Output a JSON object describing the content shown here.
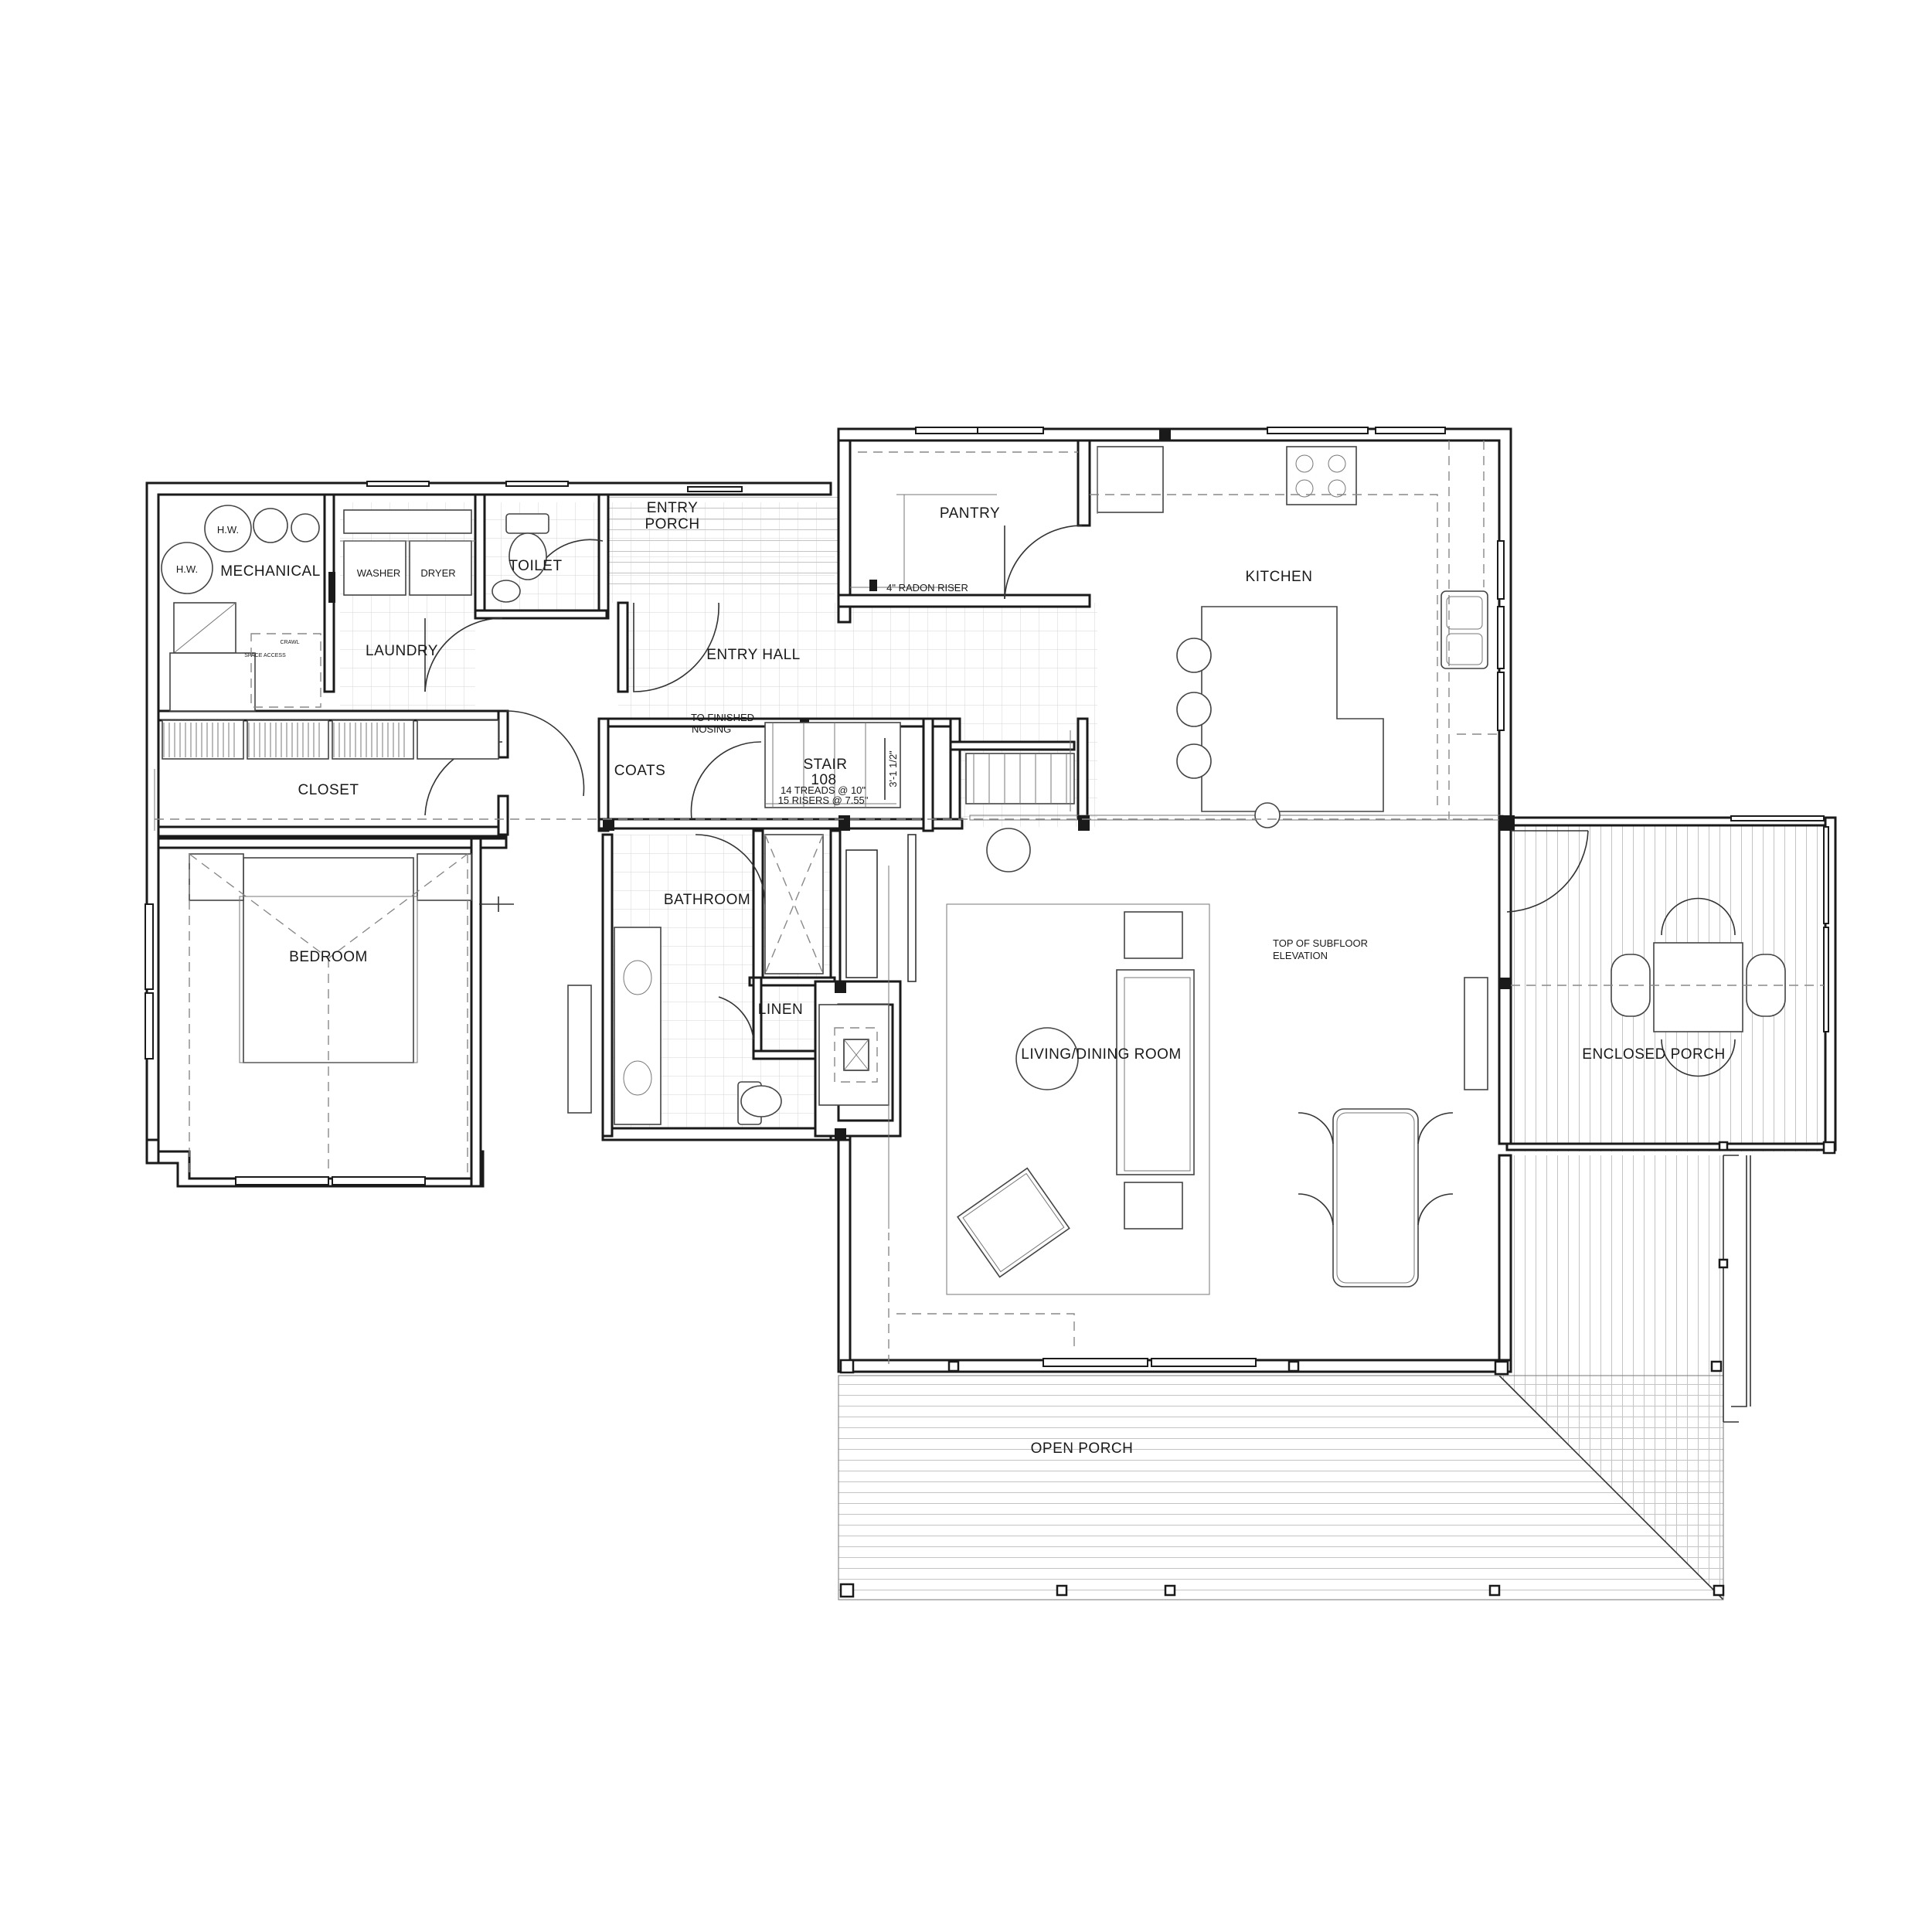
{
  "rooms": {
    "mechanical": "MECHANICAL",
    "hw_top": "H.W.",
    "hw_left": "H.W.",
    "washer": "WASHER",
    "dryer": "DRYER",
    "toilet": "TOILET",
    "entry_porch_line1": "ENTRY",
    "entry_porch_line2": "PORCH",
    "pantry": "PANTRY",
    "kitchen": "KITCHEN",
    "radon_riser": "4\" RADON RISER",
    "laundry": "LAUNDRY",
    "entry_hall": "ENTRY HALL",
    "crawl": "CRAWL",
    "space_access": "SPACE ACCESS",
    "to_finished_line1": "TO FINISHED",
    "to_finished_line2": "NOSING",
    "stair_line1": "STAIR",
    "stair_line2": "108",
    "treads": "14 TREADS @ 10\"",
    "risers": "15 RISERS @ 7.55\"",
    "stair_dim": "3'-1 1/2\"",
    "coats": "COATS",
    "closet": "CLOSET",
    "bathroom": "BATHROOM",
    "bedroom": "BEDROOM",
    "linen": "LINEN",
    "subfloor_line1": "TOP OF SUBFLOOR",
    "subfloor_line2": "ELEVATION",
    "living_dining": "LIVING/DINING ROOM",
    "enclosed_porch": "ENCLOSED PORCH",
    "open_porch": "OPEN PORCH"
  }
}
